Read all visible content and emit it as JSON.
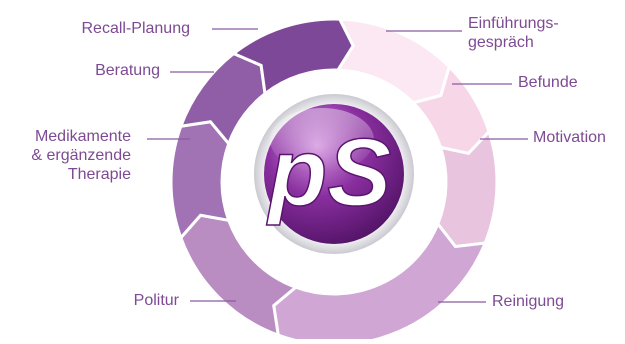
{
  "diagram": {
    "logo_text": "pS",
    "colors": {
      "label": "#7d4a93",
      "leader": "#8a5aa0",
      "logo_inner": "#6b1e80",
      "logo_highlight": "#c58ad2"
    },
    "segments": [
      {
        "id": "einfuehrungsgespraech",
        "lines": [
          "Einführungs-",
          "gespräch"
        ],
        "color": "#fbe8f2"
      },
      {
        "id": "befunde",
        "lines": [
          "Befunde"
        ],
        "color": "#f7d6e8"
      },
      {
        "id": "motivation",
        "lines": [
          "Motivation"
        ],
        "color": "#e8c4df"
      },
      {
        "id": "reinigung",
        "lines": [
          "Reinigung"
        ],
        "color": "#cfa6d4"
      },
      {
        "id": "politur",
        "lines": [
          "Politur"
        ],
        "color": "#b98cc2"
      },
      {
        "id": "medikamente",
        "lines": [
          "Medikamente",
          "& ergänzende",
          "Therapie"
        ],
        "color": "#a273b4"
      },
      {
        "id": "beratung",
        "lines": [
          "Beratung"
        ],
        "color": "#8f5ea6"
      },
      {
        "id": "recall-planung",
        "lines": [
          "Recall-Planung"
        ],
        "color": "#7d4897"
      }
    ]
  }
}
